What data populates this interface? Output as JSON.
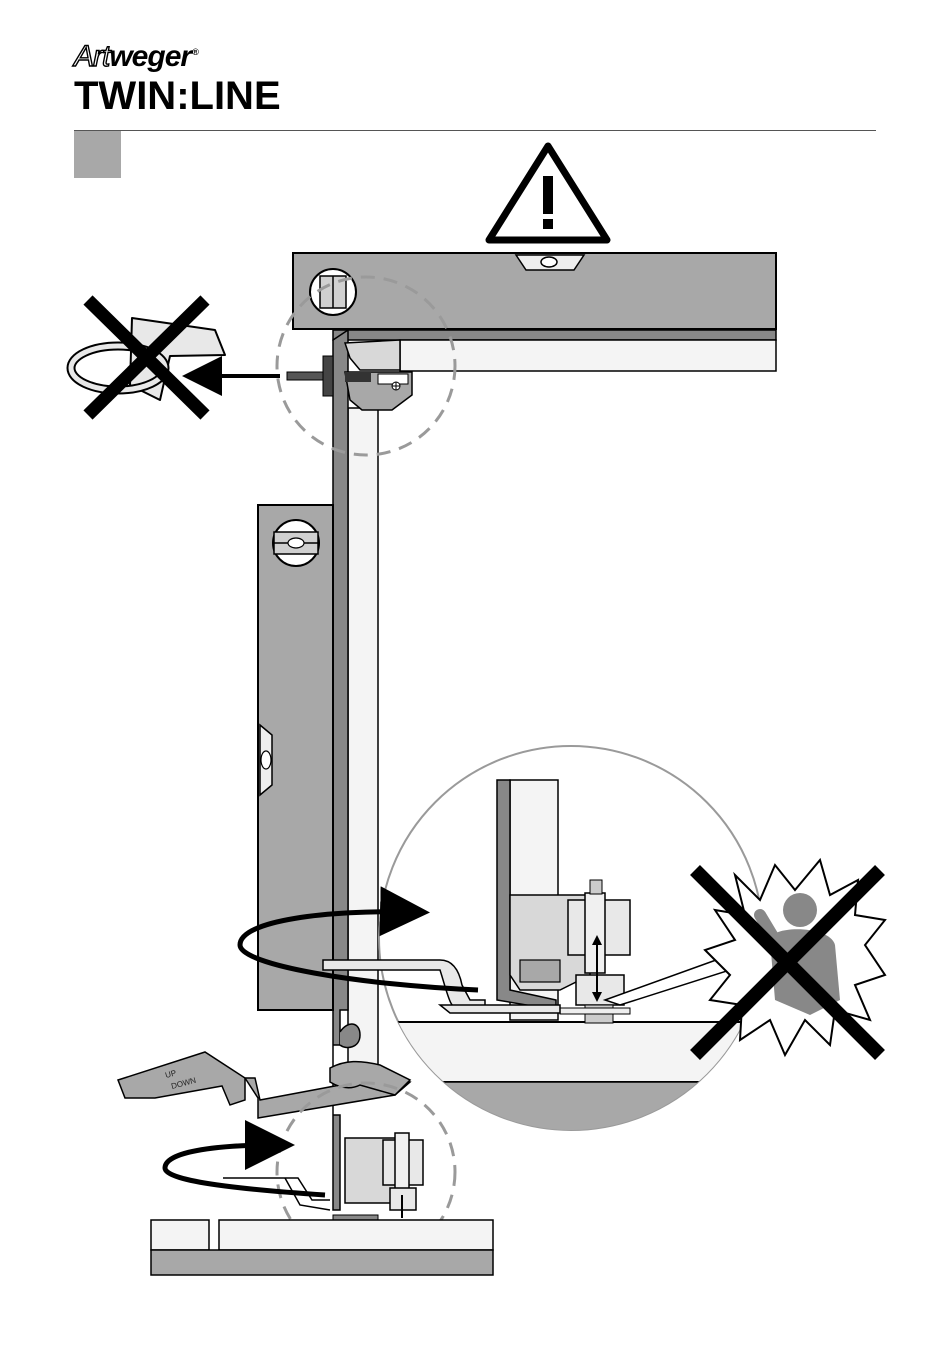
{
  "brand": {
    "art_prefix": "Art",
    "art_suffix": "weger",
    "registered_mark": "®",
    "product": "TWIN:LINE"
  },
  "step": {
    "label": ""
  },
  "illustration": {
    "tool_text_top": "UP",
    "tool_text_bottom": "DOWN"
  },
  "colors": {
    "panel_gray": "#a8a8a8",
    "dark_gray": "#888888",
    "light_fill": "#f4f4f4",
    "line": "#000000"
  }
}
